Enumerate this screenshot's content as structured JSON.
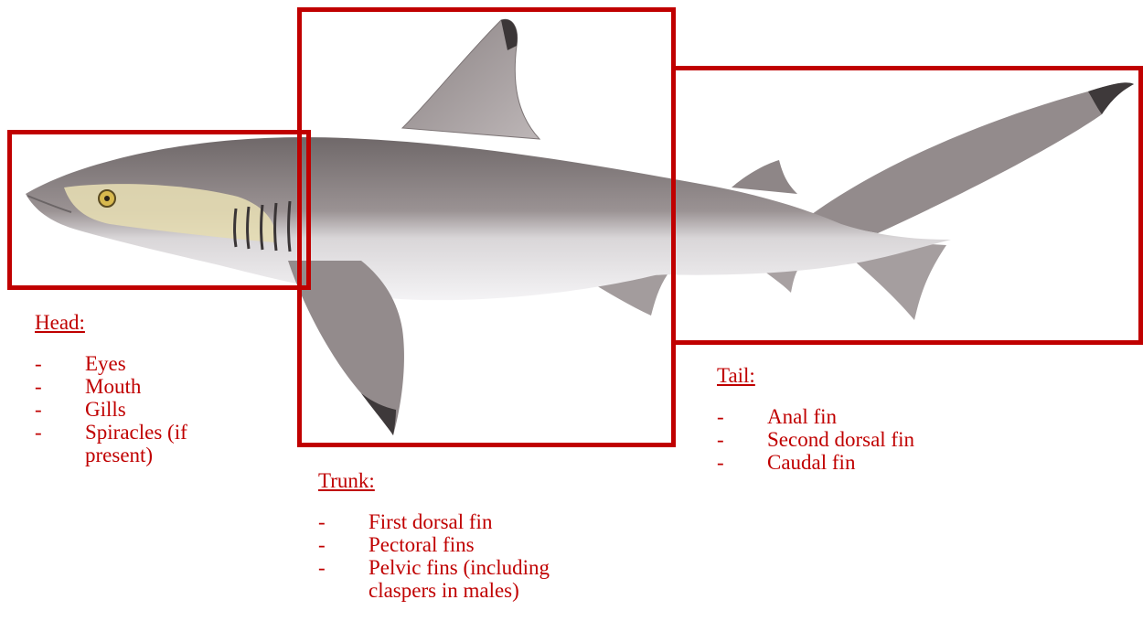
{
  "colors": {
    "accent": "#c00000",
    "shark_back": "#8f8788",
    "shark_belly": "#f2f1f3",
    "head_patch": "#e4dcb2"
  },
  "image": {
    "subject": "shark-illustration"
  },
  "regions": {
    "head": {
      "title": "Head:",
      "items": [
        "Eyes",
        "Mouth",
        "Gills",
        "Spiracles (if present)"
      ]
    },
    "trunk": {
      "title": "Trunk:",
      "items": [
        "First dorsal fin",
        "Pectoral fins",
        "Pelvic fins (including claspers in males)"
      ]
    },
    "tail": {
      "title": "Tail:",
      "items": [
        "Anal fin",
        "Second dorsal fin",
        "Caudal fin"
      ]
    },
    "bullet": "-"
  }
}
